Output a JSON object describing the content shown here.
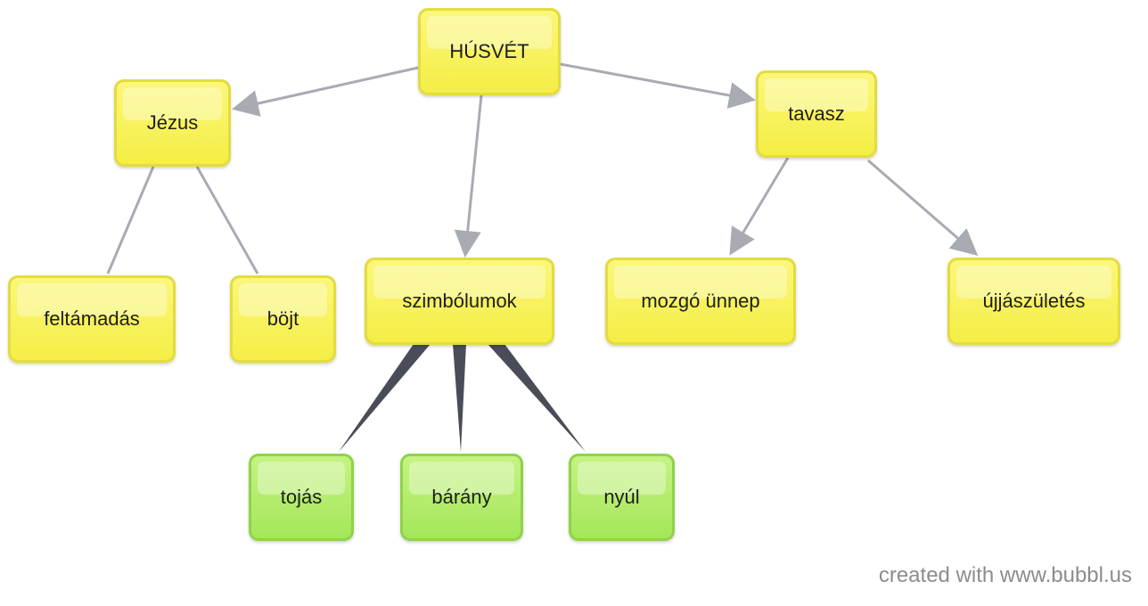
{
  "nodes": {
    "husvet": "HÚSVÉT",
    "jezus": "Jézus",
    "tavasz": "tavasz",
    "feltamadas": "feltámadás",
    "bojt": "böjt",
    "szimbolumok": "szimbólumok",
    "mozgo": "mozgó ünnep",
    "ujjaszul": "újjászületés",
    "tojas": "tojás",
    "barany": "bárány",
    "nyul": "nyúl"
  },
  "colors": {
    "yellow_node": "#f4ee45",
    "green_node": "#a5e65a",
    "arrow": "#a9abb3",
    "wedge": "#4a4d57"
  },
  "footer": {
    "credit": "created with www.bubbl.us"
  }
}
